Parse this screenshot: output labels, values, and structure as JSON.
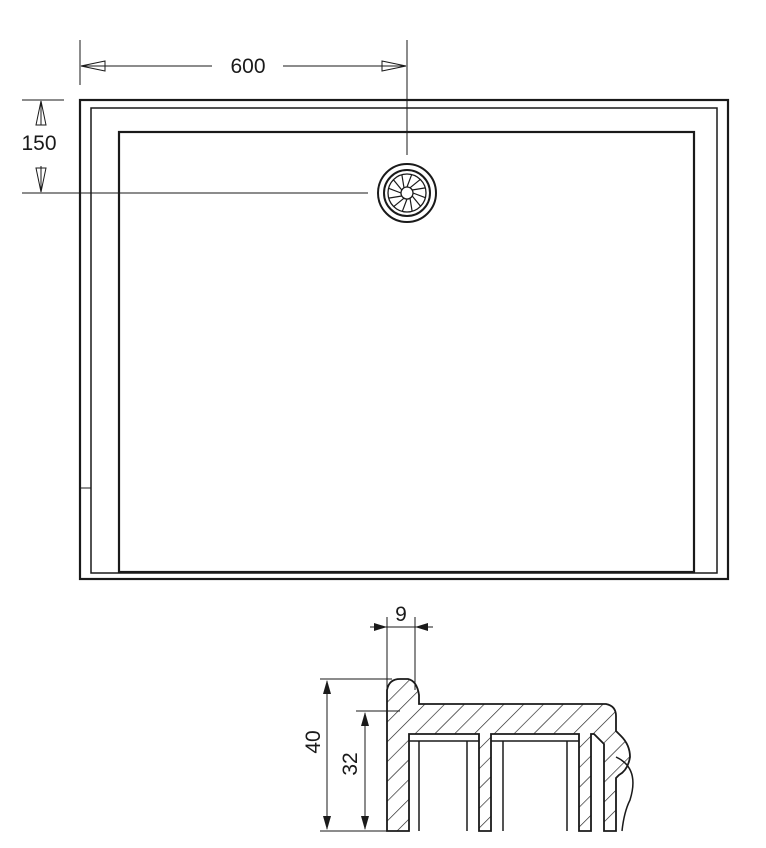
{
  "dimensions": {
    "drain_x_offset": "600",
    "drain_y_offset": "150",
    "rim_width": "9",
    "total_height": "40",
    "tray_height": "32"
  },
  "colors": {
    "line": "#1a1a1a",
    "background": "#ffffff"
  },
  "icons": {
    "drain": "drain-grate-icon"
  }
}
